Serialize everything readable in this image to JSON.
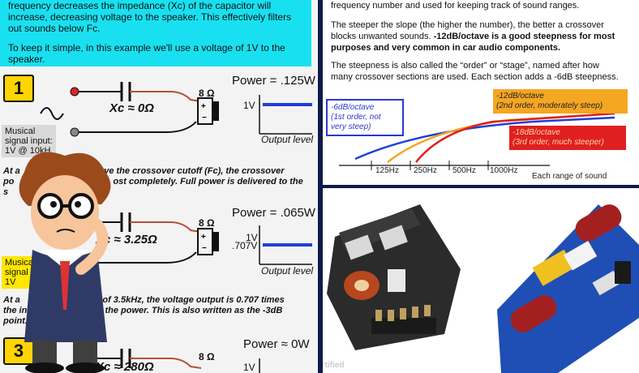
{
  "left": {
    "intro_line1": "frequency decreases the impedance (Xc) of the capacitor will",
    "intro_line2": "increase, decreasing voltage to the speaker. This effectively filters",
    "intro_line3": "out sounds below Fc.",
    "intro_line4": "To keep it simple, in this example we'll use a voltage of 1V to the",
    "intro_line5": "speaker.",
    "ex1": {
      "number": "1",
      "power": "Power = .125W",
      "xc": "Xc ≈ 0Ω",
      "ohm": "8 Ω",
      "v_label": "1V",
      "output": "Output level",
      "sig1": "Musical",
      "sig2": "signal input:",
      "sig3": "1V @ 10kH",
      "desc1": "At a",
      "desc1b": "bove the crossover cutoff (Fc), the crossover",
      "desc2": "po",
      "desc2b": "ost completely. Full power is delivered to the",
      "desc3": "s"
    },
    "ex2": {
      "power": "Power = .065W",
      "xc": "Xc ≈ 3.25Ω",
      "ohm": "8 Ω",
      "v1": "1V",
      "v2": ".707V",
      "output": "Output level",
      "sig1": "Musical",
      "sig2": "signal",
      "sig3": "1V",
      "desc1": "At a",
      "desc1b": "quency of 3.5kHz, the voltage output is 0.707 times",
      "desc2": "the in",
      "desc2b": "hich is ½ the power. This is also written as the -3dB",
      "desc3": "point."
    },
    "ex3": {
      "number": "3",
      "power": "Power ≈ 0W",
      "xc": "Xc ≈ 280Ω",
      "ohm": "8 Ω",
      "v_label": "1V"
    }
  },
  "right_top": {
    "line1": "frequency number and used for keeping track of sound ranges.",
    "line2": "The steeper the slope (the higher the number), the better a crossover",
    "line3_a": "blocks unwanted sounds. ",
    "line3_b": "-12dB/octave is a good steepness for most",
    "line4": "purposes and very common in car audio components.",
    "line5": "The steepness is also called the “order” or “stage”, named after how",
    "line6": "many crossover sections are used. Each section adds a -6dB steepness.",
    "oct6_a": "-6dB/octave",
    "oct6_b": "(1st order, not",
    "oct6_c": "very steep)",
    "oct12_a": "-12dB/octave",
    "oct12_b": "(2nd order, moderately steep)",
    "oct18_a": "-18dB/octave",
    "oct18_b": "(3rd order, much steeper)",
    "f1": "125Hz",
    "f2": "250Hz",
    "f3": "500Hz",
    "f4": "1000Hz",
    "range": "Each range of sound"
  },
  "right_bottom": {
    "watermark": "Sound Certified"
  },
  "colors": {
    "cyan": "#19e0f0",
    "yellow": "#ffd400",
    "blue_line": "#1f3fd6",
    "oct6_border": "#2a3ad0",
    "oct12_bg": "#f5a623",
    "oct18_bg": "#e02020"
  }
}
